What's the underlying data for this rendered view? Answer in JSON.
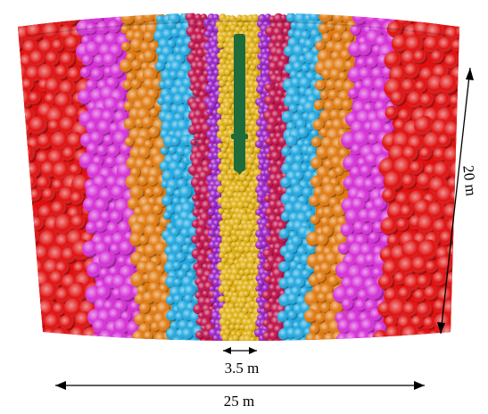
{
  "dimensions": {
    "height_label": "20 m",
    "width_label": "25 m",
    "inner_width_label": "3.5 m"
  },
  "colors": {
    "red": "#e01010",
    "magenta": "#d630d6",
    "orange": "#e07a10",
    "cyan": "#20a8e0",
    "crimson": "#c0104a",
    "purple": "#9a20c8",
    "gold": "#e0b010",
    "pile": "#1f6b3a"
  }
}
